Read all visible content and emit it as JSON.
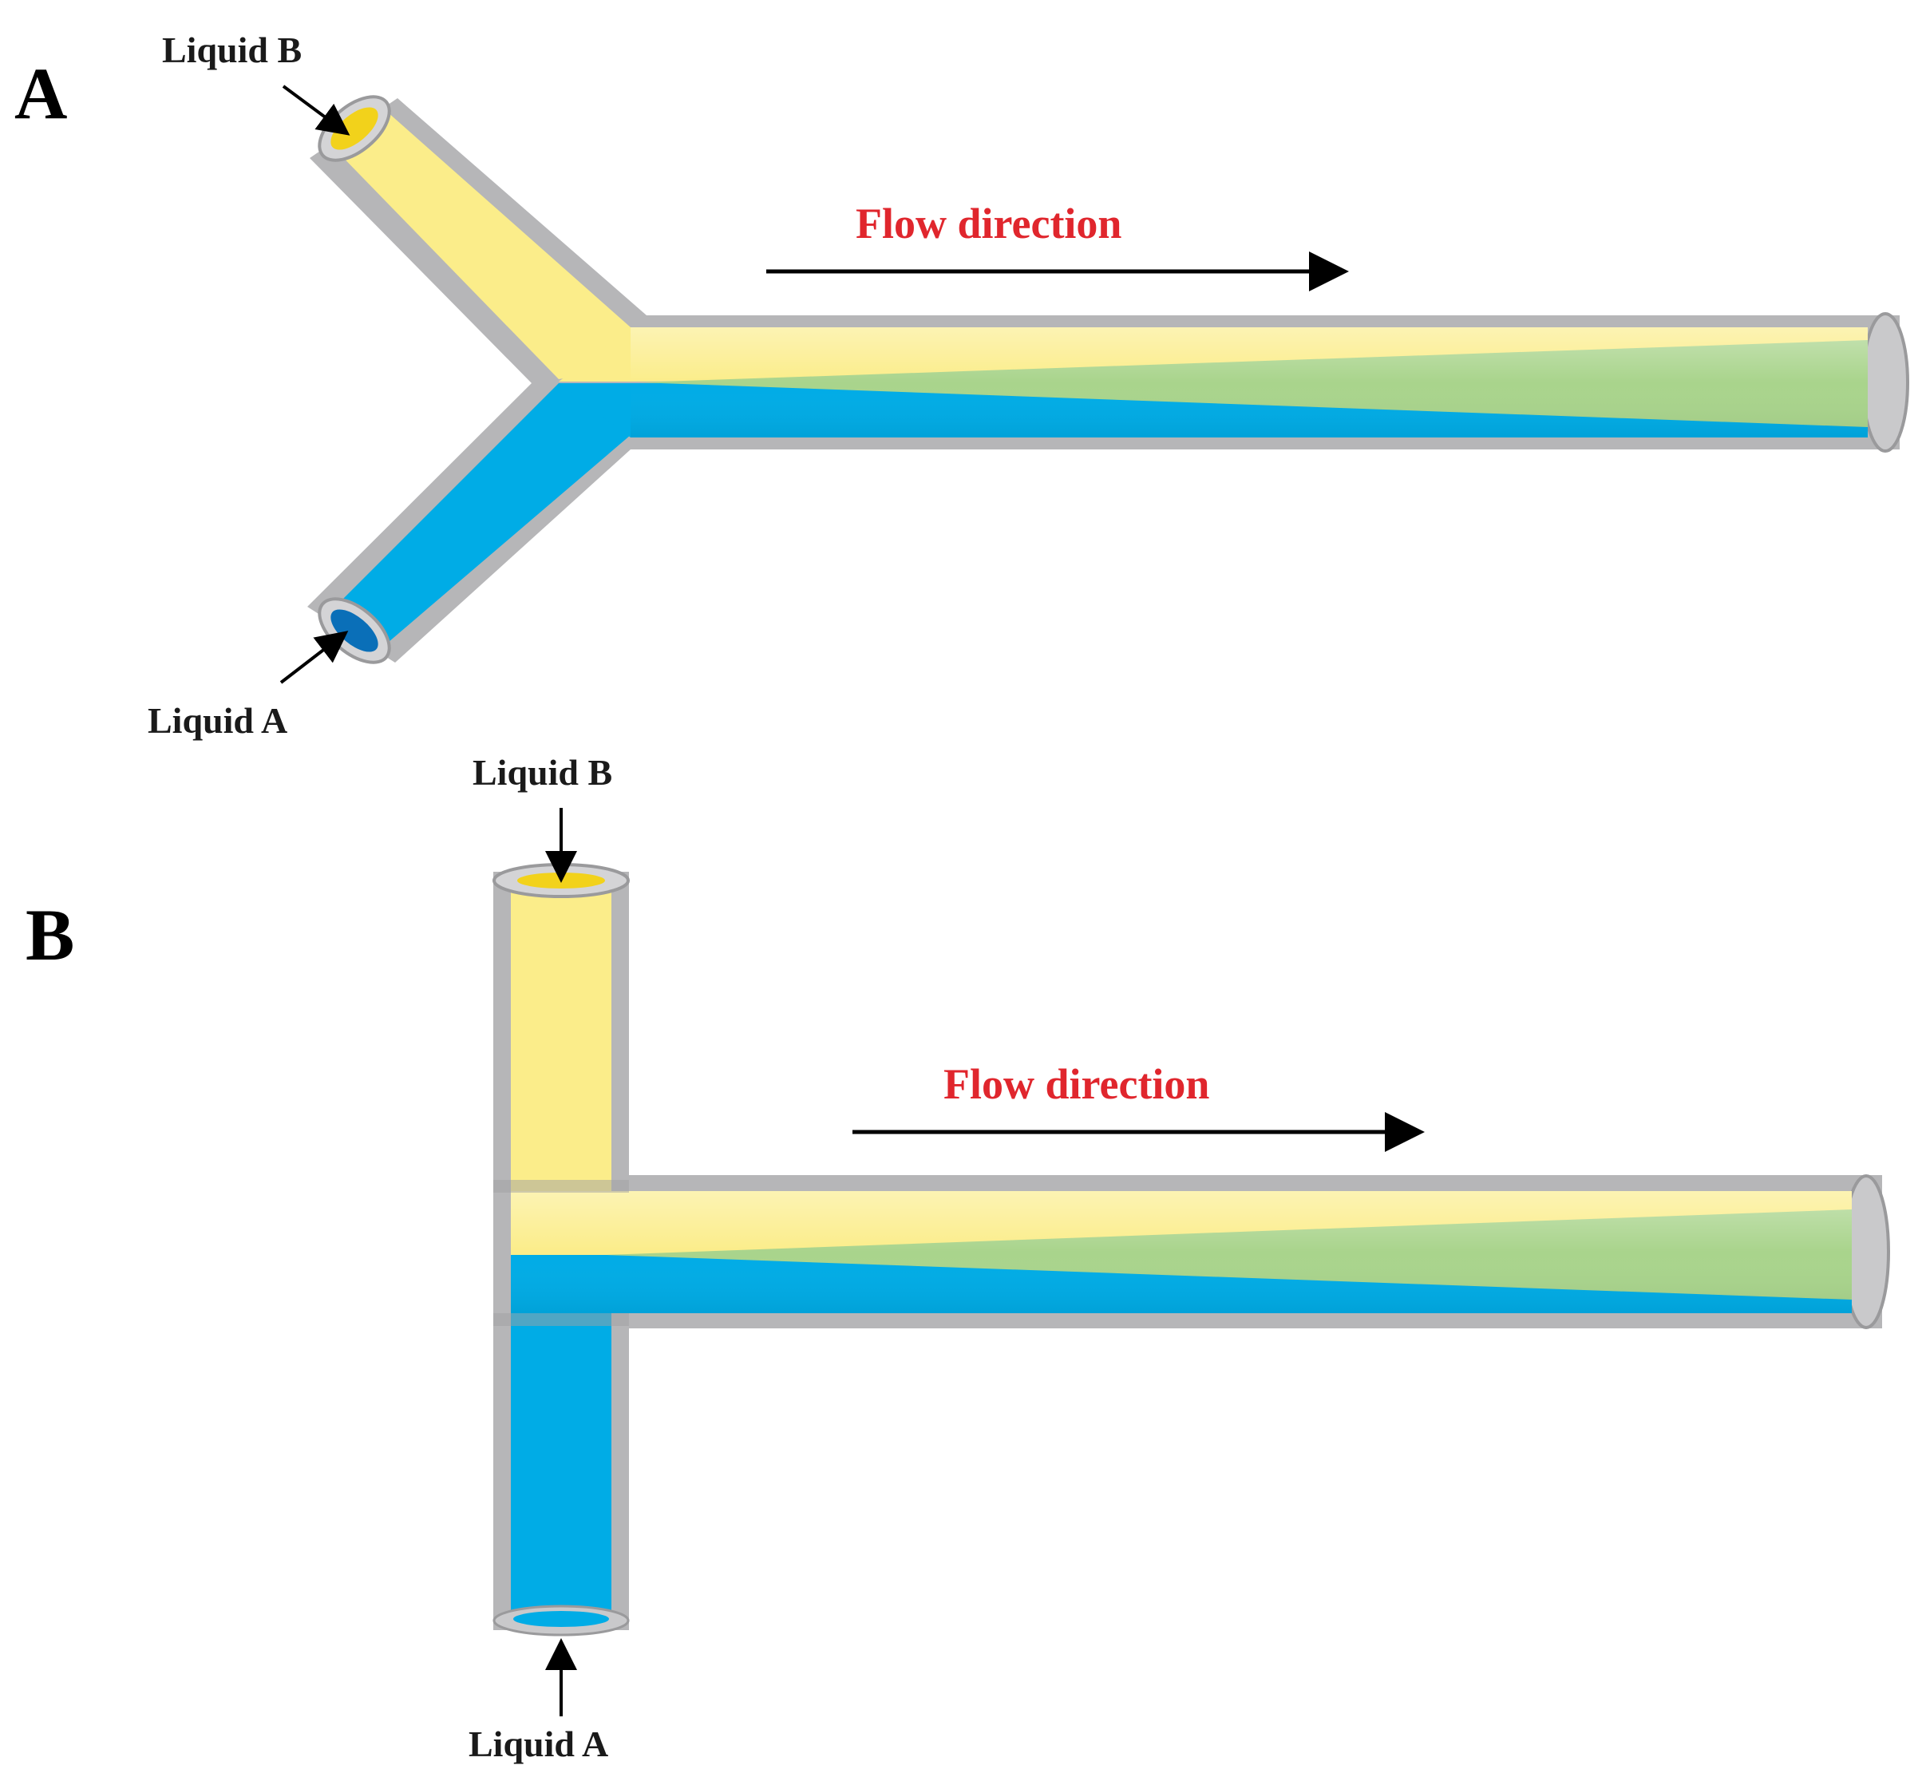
{
  "colors": {
    "liquid_a": "#00ace6",
    "liquid_b": "#fbed8a",
    "mixed": "#a9d48c",
    "tube_wall": "#b6b6b8",
    "flow_label": "#e0262d",
    "arrow": "#000000"
  },
  "panel_a": {
    "letter": "A",
    "liquid_b_label": "Liquid B",
    "liquid_a_label": "Liquid A",
    "flow_label": "Flow direction",
    "shape": "Y-junction"
  },
  "panel_b": {
    "letter": "B",
    "liquid_b_label": "Liquid B",
    "liquid_a_label": "Liquid A",
    "flow_label": "Flow direction",
    "shape": "T-junction"
  }
}
